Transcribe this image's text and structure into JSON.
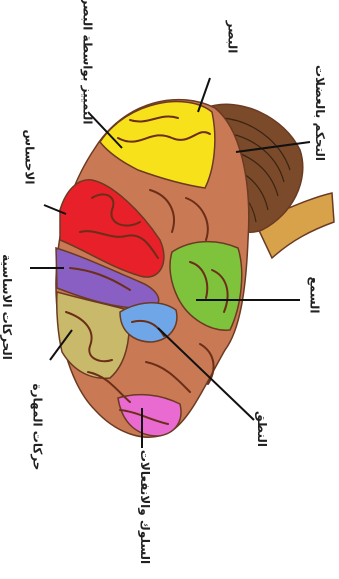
{
  "diagram": {
    "labels": {
      "vision": "البصر",
      "visual_recognition": "التمييز بواسطة البصر",
      "muscle_control": "التحكم بالعضلات",
      "sensation": "الاحساس",
      "basic_movements": "الحركات الاساسية",
      "skilled_movements": "حركات المهارة",
      "hearing": "السمع",
      "speech": "النطق",
      "behavior_emotions": "السلوك والانفعالات"
    },
    "colors": {
      "background": "#ffffff",
      "brain_base": "#c97a55",
      "vision_area": "#f7e11a",
      "sensation_area": "#e8202a",
      "basic_movements_area": "#8a5fc4",
      "skilled_movements_area": "#c9b96a",
      "hearing_area": "#7fc23c",
      "speech_area": "#6fa6e8",
      "behavior_area": "#e96ad0",
      "cerebellum": "#7a4a2a",
      "brainstem": "#d7a24a",
      "label_text": "#222222"
    }
  }
}
